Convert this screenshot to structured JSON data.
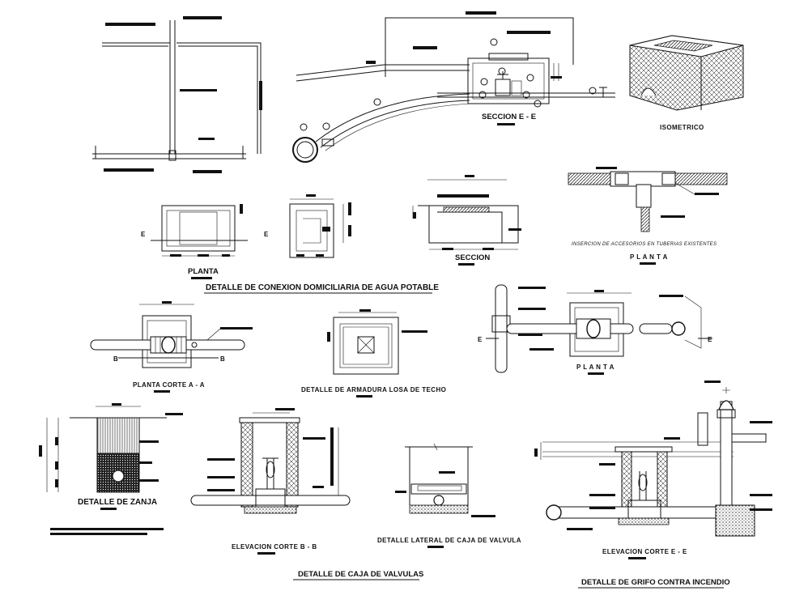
{
  "labels": {
    "seccion_ee": "SECCION E - E",
    "isometrico": "ISOMETRICO",
    "planta_1": "PLANTA",
    "seccion": "SECCION",
    "planta_insercion": "P L A N T A",
    "insercion": "INSERCION DE ACCESORIOS EN TUBERIAS EXISTENTES",
    "detalle_conexion": "DETALLE DE CONEXION DOMICILIARIA DE AGUA POTABLE",
    "planta_corte_aa": "PLANTA CORTE A - A",
    "detalle_armadura": "DETALLE DE ARMADURA LOSA DE TECHO",
    "planta_grifo": "P L A N T A",
    "detalle_zanja": "DETALLE DE ZANJA",
    "elevacion_bb": "ELEVACION CORTE B - B",
    "detalle_lateral": "DETALLE LATERAL DE CAJA DE VALVULA",
    "elevacion_ee": "ELEVACION CORTE E - E",
    "detalle_caja": "DETALLE DE CAJA DE VALVULAS",
    "detalle_grifo": "DETALLE DE GRIFO CONTRA INCENDIO",
    "cut_e": "E",
    "cut_b": "B"
  }
}
